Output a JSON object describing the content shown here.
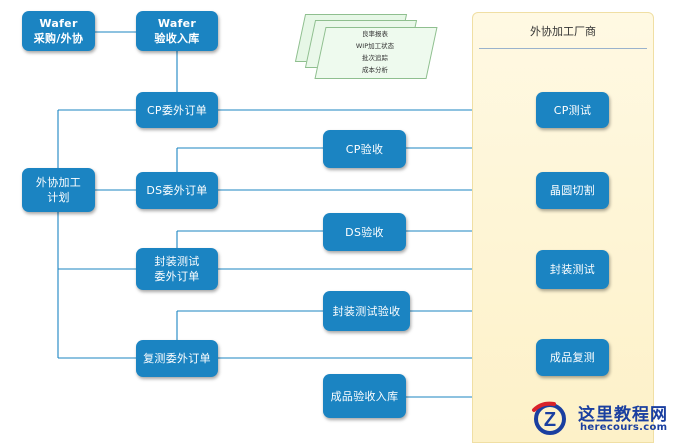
{
  "nodes": {
    "wafer_purchase": "Wafer\n采购/外协",
    "wafer_receive": "Wafer\n验收入库",
    "outsource_plan": "外协加工\n计划",
    "cp_order": "CP委外订单",
    "cp_accept": "CP验收",
    "ds_order": "DS委外订单",
    "ds_accept": "DS验收",
    "pkg_order": "封装测试\n委外订单",
    "pkg_accept": "封装测试验收",
    "retest_order": "复测委外订单",
    "product_receive": "成品验收入库",
    "cp_test": "CP测试",
    "wafer_dicing": "晶圆切割",
    "pkg_test": "封装测试",
    "product_retest": "成品复测"
  },
  "vendor_panel": {
    "title": "外协加工厂商"
  },
  "reports": [
    "良率报表",
    "WIP加工状态",
    "批次追踪",
    "成本分析"
  ],
  "watermark": {
    "name": "这里教程网",
    "url": "herecours.com",
    "mark_letter": "Z"
  },
  "colors": {
    "node": "#1b84c2",
    "line": "#1b84c2",
    "panel": "#fdf3cc",
    "report": "#e6f7e6"
  }
}
